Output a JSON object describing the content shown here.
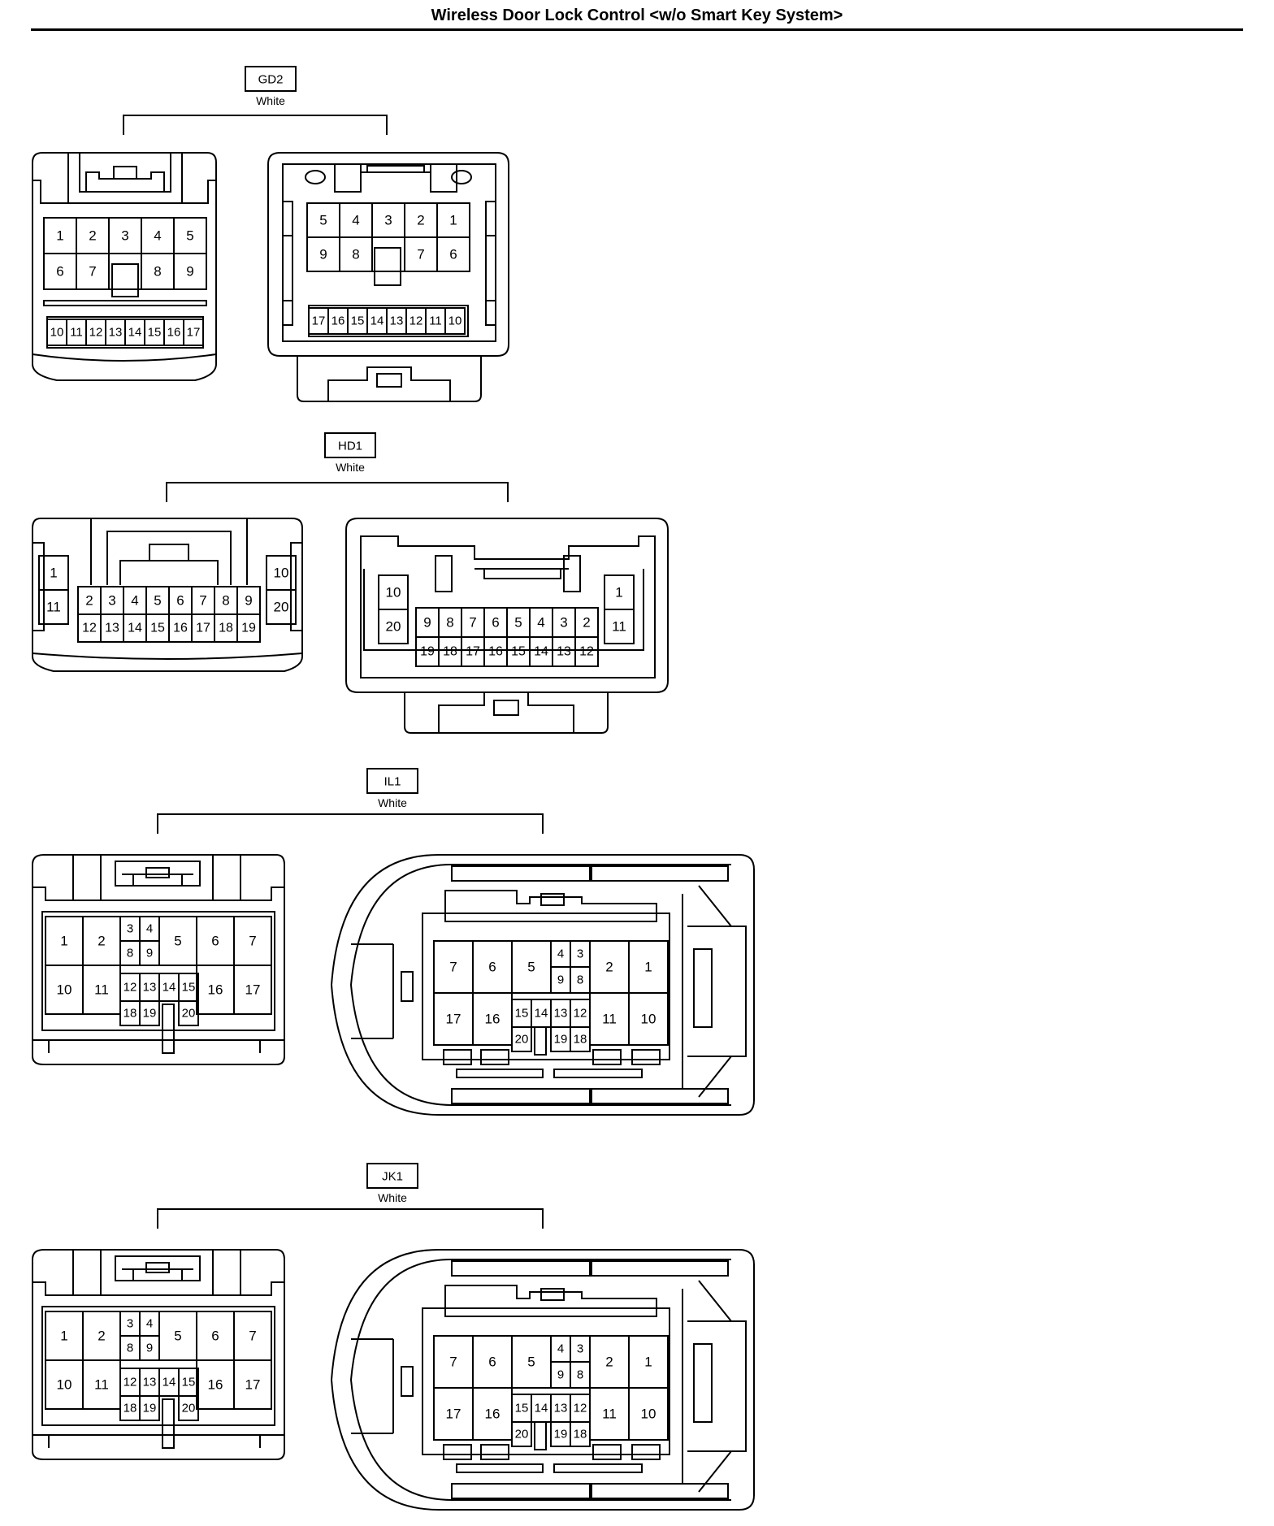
{
  "title": "Wireless Door Lock Control <w/o Smart Key System>",
  "connectors": [
    {
      "code": "GD2",
      "color": "White",
      "left_rows": [
        [
          "1",
          "2",
          "3",
          "4",
          "5"
        ],
        [
          "6",
          "7",
          "",
          "8",
          "9"
        ],
        [
          "10",
          "11",
          "12",
          "13",
          "14",
          "15",
          "16",
          "17"
        ]
      ],
      "right_rows": [
        [
          "5",
          "4",
          "3",
          "2",
          "1"
        ],
        [
          "9",
          "8",
          "",
          "7",
          "6"
        ],
        [
          "17",
          "16",
          "15",
          "14",
          "13",
          "12",
          "11",
          "10"
        ]
      ]
    },
    {
      "code": "HD1",
      "color": "White",
      "left_side_a": [
        "1",
        "11"
      ],
      "left_center_top": [
        "2",
        "3",
        "4",
        "5",
        "6",
        "7",
        "8",
        "9"
      ],
      "left_center_bottom": [
        "12",
        "13",
        "14",
        "15",
        "16",
        "17",
        "18",
        "19"
      ],
      "left_side_b": [
        "10",
        "20"
      ],
      "right_side_a": [
        "10",
        "20"
      ],
      "right_center_top": [
        "9",
        "8",
        "7",
        "6",
        "5",
        "4",
        "3",
        "2"
      ],
      "right_center_bottom": [
        "19",
        "18",
        "17",
        "16",
        "15",
        "14",
        "13",
        "12"
      ],
      "right_side_b": [
        "1",
        "11"
      ]
    },
    {
      "code": "IL1",
      "color": "White",
      "left_large_top": [
        "1",
        "2",
        "5",
        "6",
        "7"
      ],
      "left_large_bottom": [
        "10",
        "11",
        "16",
        "17"
      ],
      "left_small": [
        "3",
        "4",
        "8",
        "9",
        "12",
        "13",
        "14",
        "15",
        "18",
        "19",
        "20"
      ],
      "right_large_top": [
        "7",
        "6",
        "5",
        "2",
        "1"
      ],
      "right_large_bottom": [
        "17",
        "16",
        "11",
        "10"
      ],
      "right_small": [
        "4",
        "3",
        "9",
        "8",
        "15",
        "14",
        "13",
        "12",
        "20",
        "19",
        "18"
      ]
    },
    {
      "code": "JK1",
      "color": "White",
      "left_large_top": [
        "1",
        "2",
        "5",
        "6",
        "7"
      ],
      "left_large_bottom": [
        "10",
        "11",
        "16",
        "17"
      ],
      "left_small": [
        "3",
        "4",
        "8",
        "9",
        "12",
        "13",
        "14",
        "15",
        "18",
        "19",
        "20"
      ],
      "right_large_top": [
        "7",
        "6",
        "5",
        "2",
        "1"
      ],
      "right_large_bottom": [
        "17",
        "16",
        "11",
        "10"
      ],
      "right_small": [
        "4",
        "3",
        "9",
        "8",
        "15",
        "14",
        "13",
        "12",
        "20",
        "19",
        "18"
      ]
    }
  ]
}
